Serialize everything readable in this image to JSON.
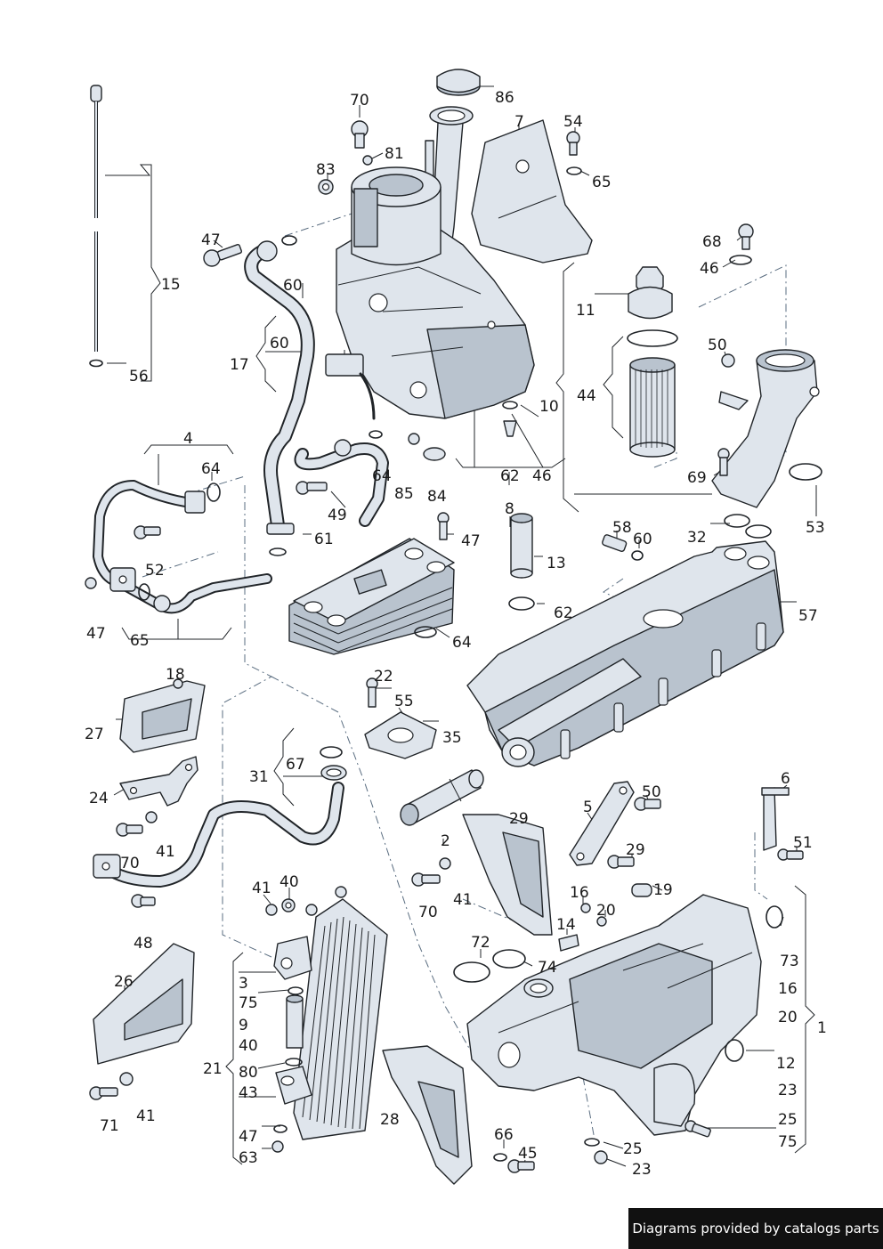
{
  "labels": [
    "1",
    "2",
    "3",
    "4",
    "5",
    "6",
    "7",
    "8",
    "9",
    "10",
    "11",
    "12",
    "13",
    "14",
    "15",
    "16",
    "16",
    "17",
    "18",
    "19",
    "20",
    "20",
    "21",
    "22",
    "23",
    "23",
    "24",
    "25",
    "25",
    "26",
    "27",
    "28",
    "29",
    "29",
    "31",
    "32",
    "35",
    "40",
    "40",
    "41",
    "41",
    "41",
    "41",
    "43",
    "44",
    "45",
    "46",
    "46",
    "47",
    "47",
    "47",
    "47",
    "48",
    "49",
    "50",
    "50",
    "51",
    "52",
    "53",
    "54",
    "55",
    "56",
    "57",
    "58",
    "60",
    "60",
    "60",
    "61",
    "62",
    "62",
    "63",
    "64",
    "64",
    "64",
    "65",
    "65",
    "66",
    "67",
    "68",
    "69",
    "70",
    "70",
    "70",
    "71",
    "72",
    "73",
    "74",
    "75",
    "75",
    "80",
    "81",
    "83",
    "84",
    "85",
    "86"
  ],
  "watermark": "Diagrams provided by catalogs parts"
}
